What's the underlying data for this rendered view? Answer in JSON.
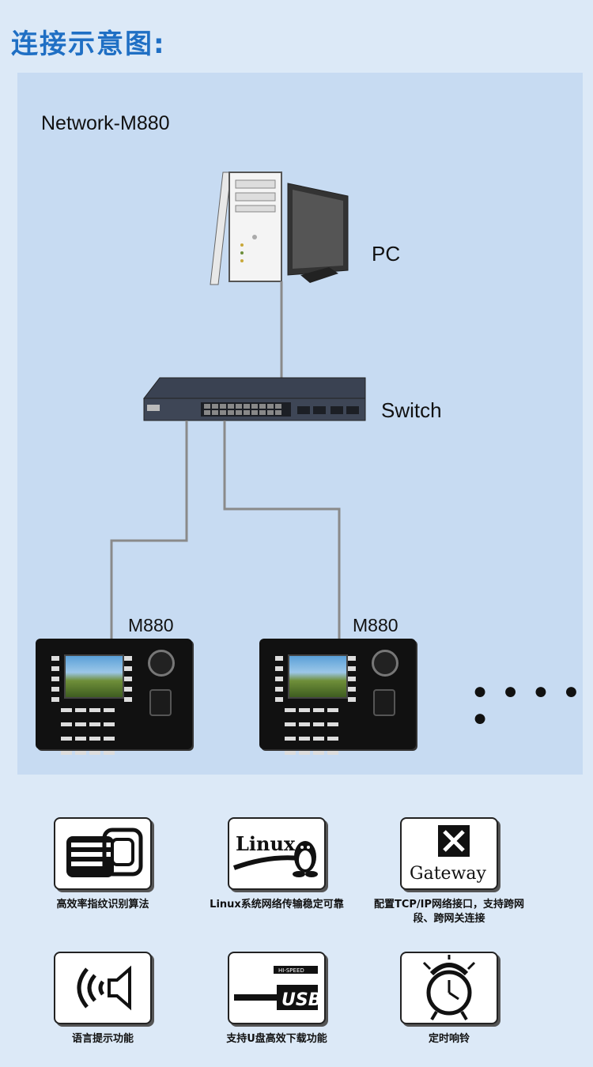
{
  "page_title": "连接示意图:",
  "diagram": {
    "title": "Network-M880",
    "pc_label": "PC",
    "switch_label": "Switch",
    "device_labels": [
      "M880",
      "M880"
    ],
    "more_indicator": "● ● ● ● ●"
  },
  "features": [
    {
      "icon": "fingerprint-hand-icon",
      "caption": "高效率指纹识别算法"
    },
    {
      "icon": "linux-icon",
      "icon_text": "Linux",
      "caption": "Linux系统网络传输稳定可靠"
    },
    {
      "icon": "gateway-icon",
      "icon_text": "Gateway",
      "caption": "配置TCP/IP网络接口，支持跨网段、跨网关连接"
    },
    {
      "icon": "speaker-icon",
      "caption": "语言提示功能"
    },
    {
      "icon": "usb-icon",
      "icon_text": "USB",
      "icon_subtext": "HI-SPEED",
      "caption": "支持U盘高效下载功能"
    },
    {
      "icon": "alarm-clock-icon",
      "caption": "定时响铃"
    }
  ]
}
